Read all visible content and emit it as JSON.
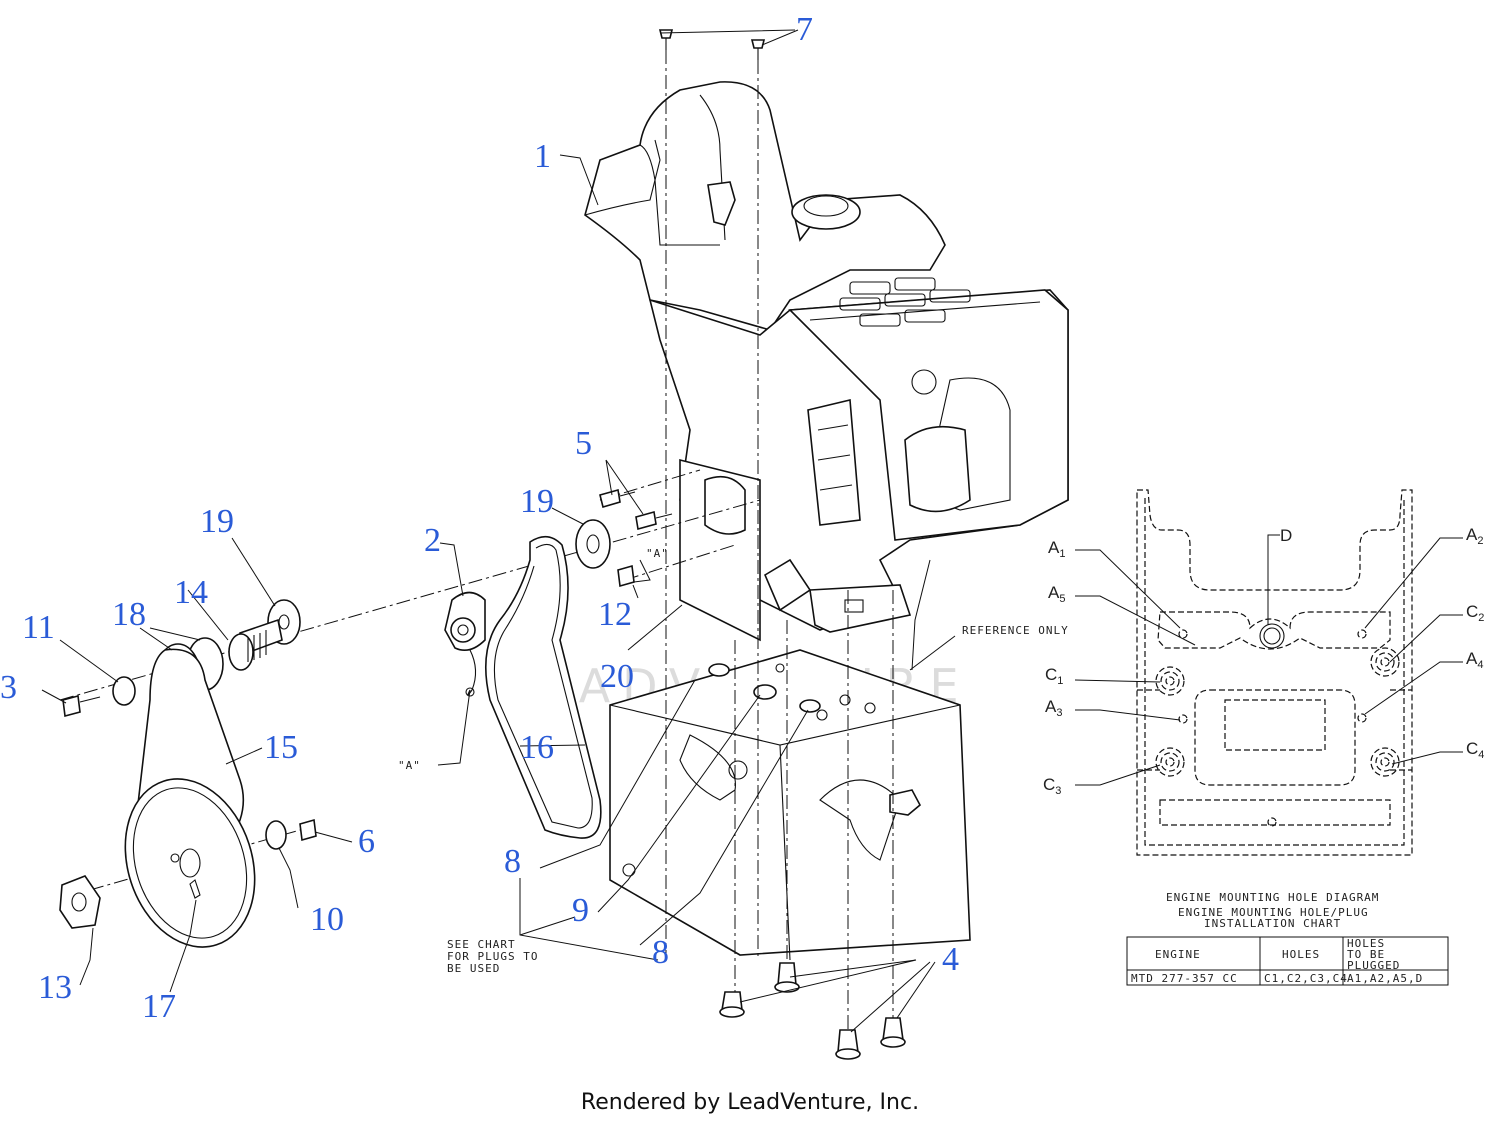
{
  "callouts": {
    "c1": "1",
    "c2": "2",
    "c3": "3",
    "c4": "4",
    "c5": "5",
    "c6": "6",
    "c7": "7",
    "c8a": "8",
    "c8b": "8",
    "c9": "9",
    "c10": "10",
    "c11": "11",
    "c12": "12",
    "c13": "13",
    "c14": "14",
    "c15": "15",
    "c16": "16",
    "c17": "17",
    "c18": "18",
    "c19a": "19",
    "c19b": "19",
    "c20": "20"
  },
  "notes": {
    "a_label_1": "\"A\"",
    "a_label_2": "\"A\"",
    "reference_only": "REFERENCE ONLY",
    "see_chart_1": "SEE CHART",
    "see_chart_2": "FOR PLUGS TO",
    "see_chart_3": "BE USED"
  },
  "hole_diagram": {
    "labels": {
      "D": "D",
      "A1": "A",
      "A1_sub": "1",
      "A2": "A",
      "A2_sub": "2",
      "A3": "A",
      "A3_sub": "3",
      "A4": "A",
      "A4_sub": "4",
      "A5": "A",
      "A5_sub": "5",
      "C1": "C",
      "C1_sub": "1",
      "C2": "C",
      "C2_sub": "2",
      "C3": "C",
      "C3_sub": "3",
      "C4": "C",
      "C4_sub": "4"
    },
    "title": "ENGINE MOUNTING HOLE DIAGRAM",
    "chart_title_1": "ENGINE MOUNTING HOLE/PLUG",
    "chart_title_2": "INSTALLATION CHART"
  },
  "chart_table": {
    "headers": {
      "engine": "ENGINE",
      "holes": "HOLES",
      "plugged_1": "HOLES",
      "plugged_2": "TO BE",
      "plugged_3": "PLUGGED"
    },
    "row": {
      "engine": "MTD 277-357 CC",
      "holes": "C1,C2,C3,C4",
      "plugged": "A1,A2,A5,D"
    }
  },
  "watermark": "LEADVENTURE",
  "footer": "Rendered by LeadVenture, Inc.",
  "colors": {
    "callout": "#2a5bd7",
    "line": "#111111"
  }
}
